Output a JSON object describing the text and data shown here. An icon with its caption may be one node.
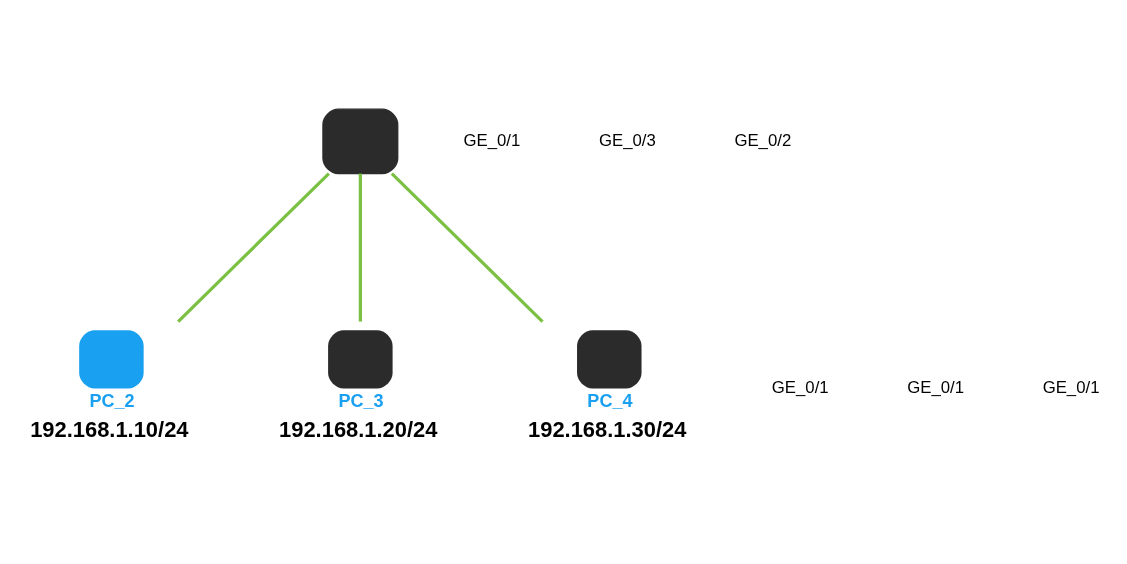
{
  "diagram": {
    "nodes": [
      {
        "text": [],
        "shape": "box"
      },
      {
        "text": [
          "PC_2"
        ],
        "beside": [
          "192.168.1.10/24"
        ]
      },
      {
        "text": [
          "PC_3"
        ],
        "beside": [
          "192.168.1.20/24"
        ]
      },
      {
        "text": [
          "PC_4"
        ],
        "beside": [
          "192.168.1.30/24"
        ]
      }
    ],
    "edges": [
      {
        "from": 0,
        "to": 1,
        "arrow": "none"
      },
      {
        "from": 0,
        "to": 2,
        "arrow": "none"
      },
      {
        "from": 0,
        "to": 3,
        "arrow": "none"
      }
    ],
    "labels": [
      "GE_0/1",
      "GE_0/3",
      "GE_0/2",
      "GE_0/1",
      "GE_0/1",
      "GE_0/1"
    ]
  }
}
